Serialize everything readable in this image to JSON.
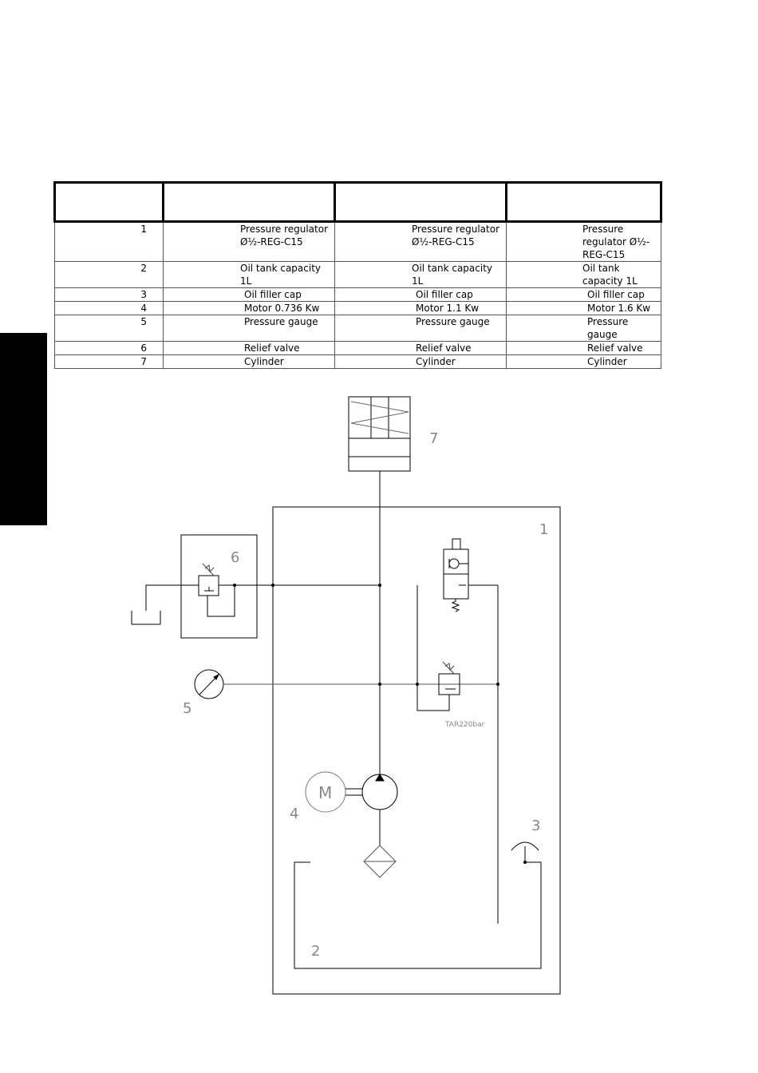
{
  "table": {
    "headers": [
      "",
      "",
      "",
      ""
    ],
    "rows": [
      {
        "num": "1",
        "a": "Pressure regulator Ø½-REG-C15",
        "b": "Pressure regulator Ø½-REG-C15",
        "c": "Pressure regulator Ø½-REG-C15"
      },
      {
        "num": "2",
        "a": "Oil tank capacity 1L",
        "b": "Oil tank capacity 1L",
        "c": "Oil tank capacity 1L"
      },
      {
        "num": "3",
        "a": "Oil filler cap",
        "b": "Oil filler cap",
        "c": "Oil filler cap"
      },
      {
        "num": "4",
        "a": "Motor 0.736 Kw",
        "b": "Motor 1.1 Kw",
        "c": "Motor 1.6 Kw"
      },
      {
        "num": "5",
        "a": "Pressure gauge",
        "b": "Pressure gauge",
        "c": "Pressure gauge"
      },
      {
        "num": "6",
        "a": "Relief valve",
        "b": "Relief valve",
        "c": "Relief valve"
      },
      {
        "num": "7",
        "a": "Cylinder",
        "b": "Cylinder",
        "c": "Cylinder"
      }
    ]
  },
  "diagram": {
    "labels": {
      "cylinder": "7",
      "regulator": "1",
      "relief_valve": "6",
      "gauge": "5",
      "motor": "4",
      "cap": "3",
      "tank": "2",
      "motor_symbol": "M",
      "setting": "TAR220bar"
    }
  }
}
